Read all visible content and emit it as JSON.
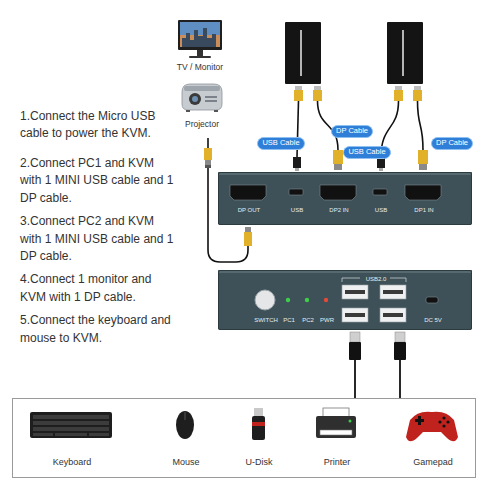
{
  "diagram": {
    "nodes": [
      {
        "text": [
          "USB Cable"
        ]
      },
      {
        "text": [
          "DP Cable"
        ]
      },
      {
        "text": [
          "USB Cable"
        ]
      },
      {
        "text": [
          "DP Cable"
        ]
      },
      {
        "text": [
          "DP OUT",
          "USB",
          "DP2 IN",
          "USB",
          "DP1 IN"
        ]
      },
      {
        "text": [
          "SWITCH",
          "PC1",
          "PC2",
          "PWR",
          "USB2.0",
          "DC 5V"
        ]
      },
      {
        "text": [
          "Keyboard",
          "Mouse",
          "U-Disk",
          "Printer",
          "Gamepad"
        ]
      }
    ],
    "labels": [
      "1.Connect the Micro USB cable to power the KVM.",
      "2.Connect PC1 and KVM with 1 MINI USB cable and 1 DP cable.",
      "3.Connect PC2 and KVM with 1 MINI USB cable and 1 DP cable.",
      "4.Connect 1 monitor and KVM with 1 DP cable.",
      "5.Connect the keyboard and mouse to KVM.",
      "TV / Monitor",
      "Projector"
    ]
  }
}
